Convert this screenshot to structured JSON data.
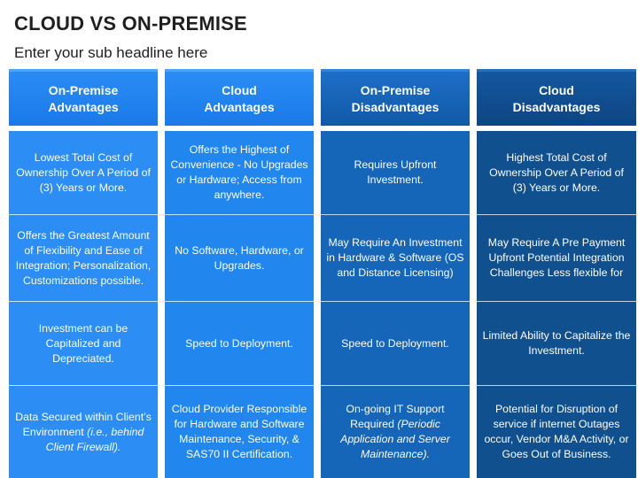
{
  "title": "CLOUD VS ON-PREMISE",
  "subtitle": "Enter your sub headline here",
  "columns": [
    {
      "header_line1": "On-Premise",
      "header_line2": "Advantages",
      "cells": [
        [
          "Lowest Total Cost of Ownership Over A Period of (3) Years or More."
        ],
        [
          "Offers the Greatest Amount of Flexibility and Ease of Integration; Personalization, Customizations possible."
        ],
        [
          "Investment can be Capitalized and Depreciated."
        ],
        [
          "Data Secured within Client’s Environment ",
          "(i.e., behind Client Firewall)."
        ]
      ]
    },
    {
      "header_line1": "Cloud",
      "header_line2": "Advantages",
      "cells": [
        [
          "Offers the Highest of Convenience - No Upgrades or Hardware; Access from anywhere."
        ],
        [
          "No Software, Hardware, or Upgrades."
        ],
        [
          "Speed to Deployment."
        ],
        [
          "Cloud Provider Responsible for Hardware and Software Maintenance, Security, & SAS70 II Certification."
        ]
      ]
    },
    {
      "header_line1": "On-Premise",
      "header_line2": "Disadvantages",
      "cells": [
        [
          "Requires Upfront Investment."
        ],
        [
          "May Require An Investment in Hardware & Software (OS and Distance Licensing)"
        ],
        [
          "Speed to Deployment."
        ],
        [
          "On-going IT Support Required ",
          "(Periodic Application and Server Maintenance)."
        ]
      ]
    },
    {
      "header_line1": "Cloud",
      "header_line2": "Disadvantages",
      "cells": [
        [
          "Highest Total Cost of Ownership Over A Period of (3) Years or More."
        ],
        [
          "May Require A Pre Payment Upfront Potential Integration Challenges  Less flexible for"
        ],
        [
          "Limited Ability to Capitalize the Investment."
        ],
        [
          "Potential for Disruption of service if internet Outages occur, Vendor M&A Activity, or Goes Out of Business."
        ]
      ]
    }
  ]
}
